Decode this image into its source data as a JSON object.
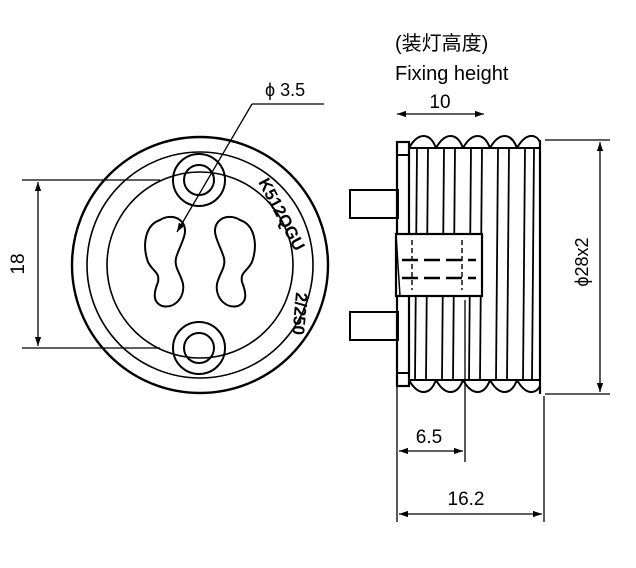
{
  "front_view": {
    "hole_diameter_label": "ϕ 3.5",
    "hole_spacing_label": "18",
    "marking_model": "K512QGU",
    "marking_rating": "2/250"
  },
  "side_view": {
    "heading_cn": "(装灯高度)",
    "heading_en": "Fixing height",
    "fixing_height_label": "10",
    "thread_label": "ϕ28x2",
    "depth_label": "6.5",
    "total_length_label": "16.2"
  },
  "colors": {
    "line": "#000000",
    "background": "#ffffff"
  }
}
